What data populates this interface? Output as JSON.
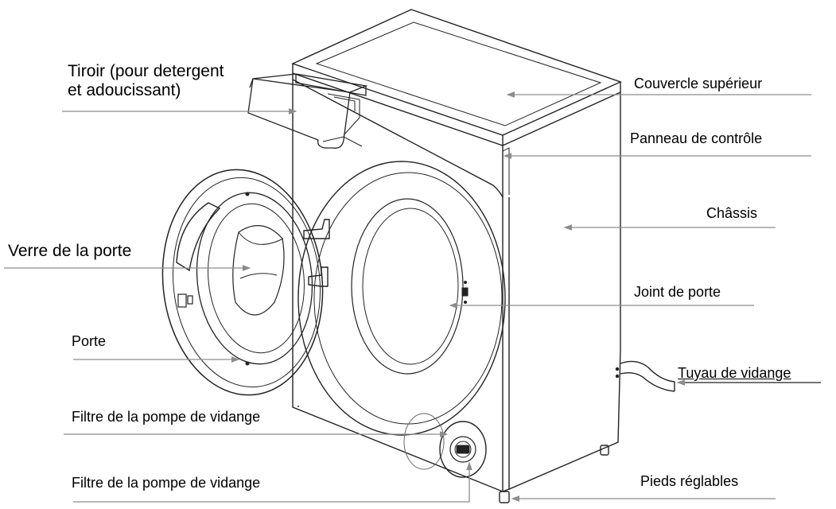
{
  "diagram": {
    "labels": {
      "tiroir": "Tiroir (pour detergent\net adoucissant)",
      "couvercle": "Couvercle supérieur",
      "panneau": "Panneau de contrôle",
      "chassis": "Châssis",
      "verre": "Verre de la porte",
      "joint": "Joint de porte",
      "porte": "Porte",
      "tuyau": "Tuyau de vidange",
      "filtre_1": "Filtre de la pompe de vidange",
      "filtre_2": "Filtre de la pompe de vidange",
      "pieds": "Pieds réglables"
    },
    "colors": {
      "outline": "#222222",
      "leader": "#8c8c8c",
      "text": "#000000",
      "background": "#ffffff"
    }
  }
}
